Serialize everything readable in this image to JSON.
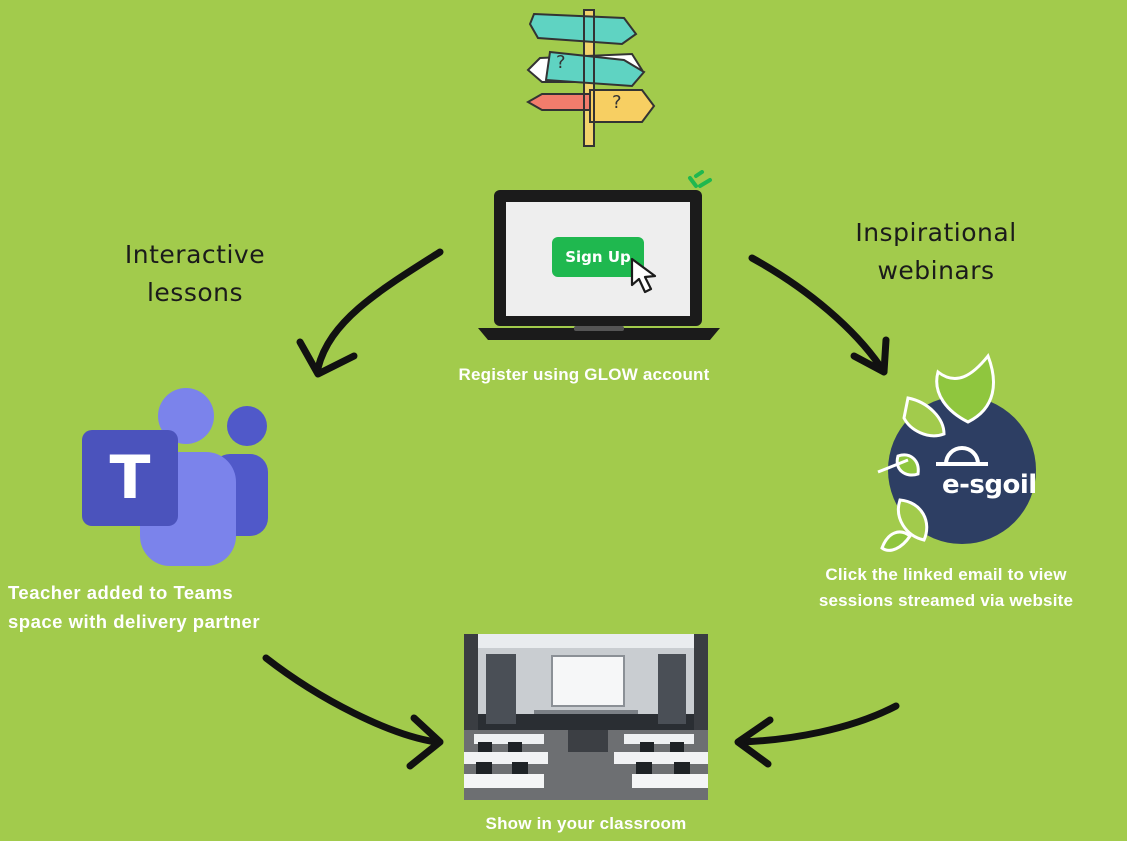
{
  "signpost": {
    "sign_2_text": "?",
    "sign_4_text": "?"
  },
  "laptop": {
    "signup_button_label": "Sign Up",
    "caption": "Register using GLOW account"
  },
  "left_branch": {
    "label_line1": "Interactive",
    "label_line2": "lessons"
  },
  "right_branch": {
    "label_line1": "Inspirational",
    "label_line2": "webinars"
  },
  "teams": {
    "logo_letter": "T",
    "caption_line1": "Teacher added to Teams",
    "caption_line2": "space with delivery partner"
  },
  "esgoil": {
    "logo_text": "e-sgoil",
    "caption_line1": "Click the linked email to view",
    "caption_line2": "sessions streamed via website"
  },
  "classroom": {
    "caption": "Show in your classroom"
  },
  "colors": {
    "background": "#a2cb4c",
    "signup_green": "#1fb84f",
    "teams_purple": "#4b53bc",
    "teams_light": "#7b83eb",
    "esgoil_navy": "#2d3e63",
    "arrow": "#111111"
  }
}
